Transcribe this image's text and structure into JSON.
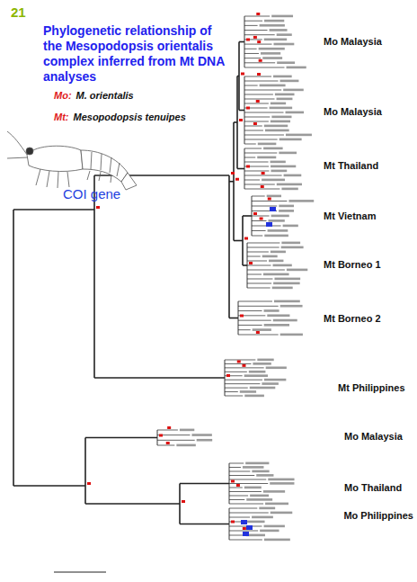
{
  "diagram": {
    "title": "Phylogenetic relationship of the Mesopodopsis orientalis complex inferred from Mt DNA analyses",
    "labels": [
      "21",
      "Mo:",
      "M. orientalis",
      "Mt:",
      "Mesopodopsis tenuipes",
      "COI gene",
      "Mo Malaysia",
      "Mo Malaysia",
      "Mt Thailand",
      "Mt Vietnam",
      "Mt Borneo 1",
      "Mt Borneo 2",
      "Mt Philippines",
      "Mo Malaysia",
      "Mo Thailand",
      "Mo Philippines"
    ]
  }
}
